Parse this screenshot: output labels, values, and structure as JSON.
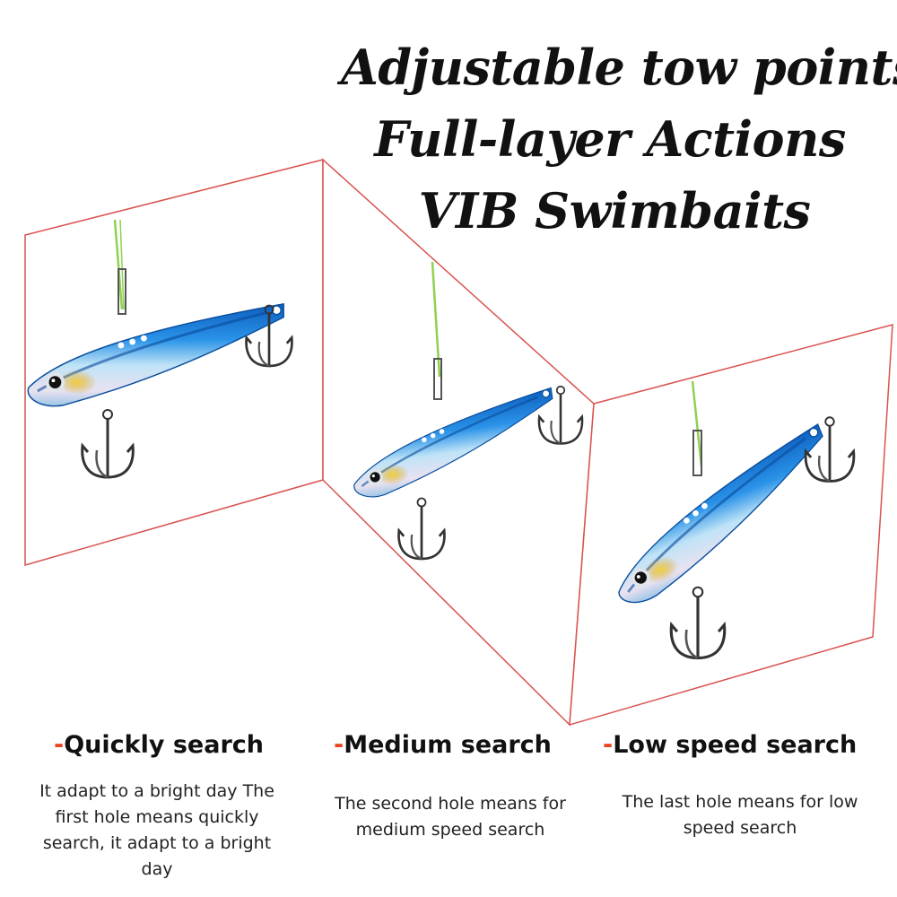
{
  "headline": {
    "line1": "Adjustable tow points",
    "line2": "Full-layer Actions",
    "line3": "VIB Swimbaits"
  },
  "panels": [
    {
      "dash": "-",
      "title": "Quickly search",
      "description": "It adapt to a bright day The first hole means quickly search, it adapt to a bright day"
    },
    {
      "dash": "-",
      "title": "Medium search",
      "description": "The second hole means for medium speed search"
    },
    {
      "dash": "-",
      "title": "Low speed search",
      "description": "The last hole means for low speed search"
    }
  ],
  "colors": {
    "accent": "#e8441e",
    "panel_border": "#d9534f",
    "line": "#8fd14f",
    "lure_body": "#1f7fd8"
  }
}
